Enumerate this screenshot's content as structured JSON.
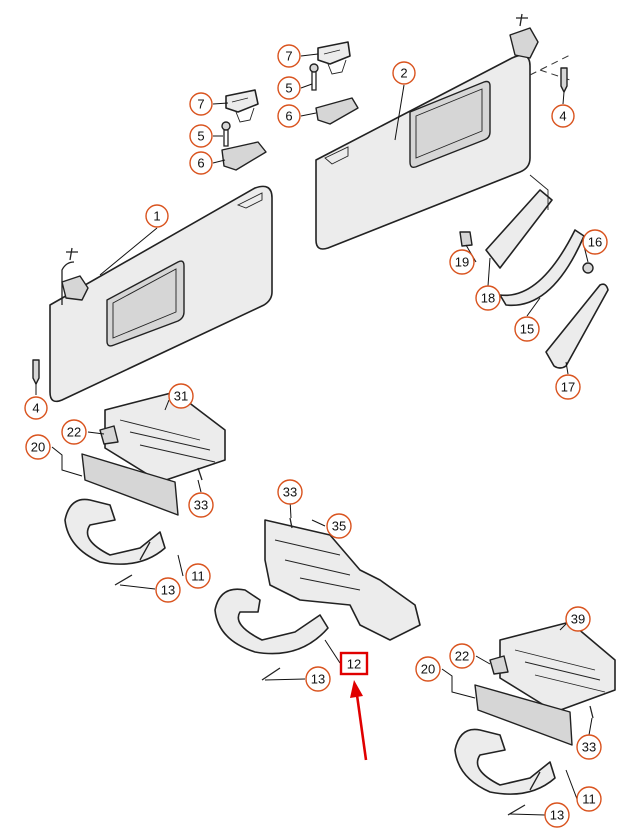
{
  "diagram": {
    "highlight_color": "#e00000",
    "callout_color": "#d9531e",
    "callouts": [
      {
        "label": "1"
      },
      {
        "label": "2"
      },
      {
        "label": "4"
      },
      {
        "label": "4"
      },
      {
        "label": "5"
      },
      {
        "label": "5"
      },
      {
        "label": "6"
      },
      {
        "label": "6"
      },
      {
        "label": "7"
      },
      {
        "label": "7"
      },
      {
        "label": "11"
      },
      {
        "label": "11"
      },
      {
        "label": "13"
      },
      {
        "label": "13"
      },
      {
        "label": "13"
      },
      {
        "label": "15"
      },
      {
        "label": "16"
      },
      {
        "label": "17"
      },
      {
        "label": "18"
      },
      {
        "label": "19"
      },
      {
        "label": "20"
      },
      {
        "label": "20"
      },
      {
        "label": "22"
      },
      {
        "label": "22"
      },
      {
        "label": "31"
      },
      {
        "label": "33"
      },
      {
        "label": "33"
      },
      {
        "label": "33"
      },
      {
        "label": "35"
      },
      {
        "label": "39"
      }
    ],
    "highlighted_part": {
      "label": "12"
    }
  }
}
